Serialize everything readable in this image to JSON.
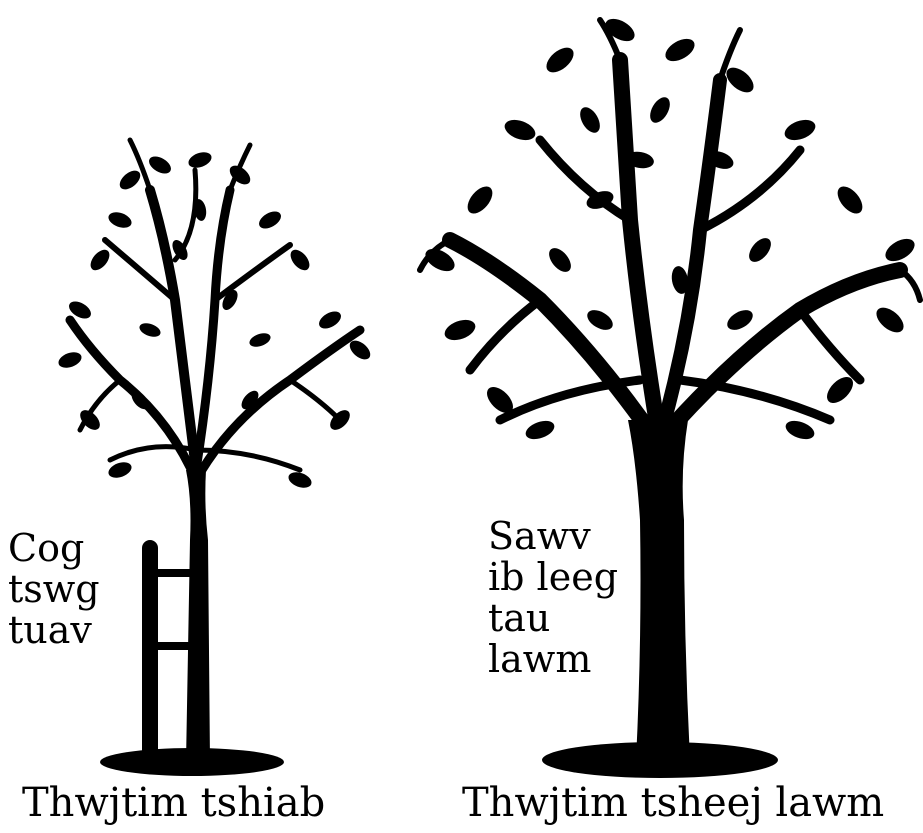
{
  "young_tree": {
    "stake_note_lines": [
      "Cog",
      "tswg",
      "tuav"
    ],
    "caption": "Thwjtim tshiab"
  },
  "mature_tree": {
    "note_lines": [
      "Sawv",
      "ib leeg",
      "tau",
      "lawm"
    ],
    "caption": "Thwjtim tsheej lawm"
  },
  "colors": {
    "ink": "#000000",
    "background": "#ffffff"
  }
}
